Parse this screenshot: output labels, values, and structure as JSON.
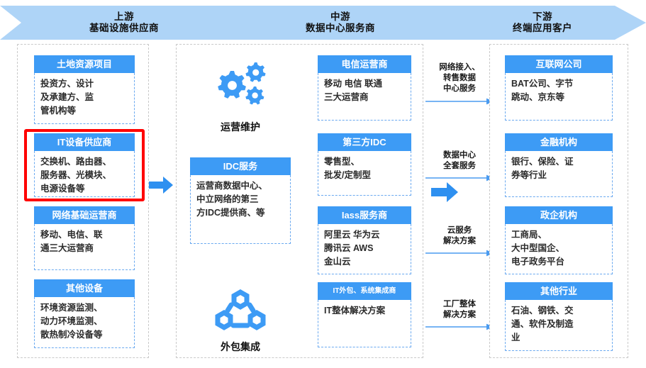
{
  "banner": {
    "segments": [
      {
        "title": "上游",
        "subtitle": "基础设施供应商"
      },
      {
        "title": "中游",
        "subtitle": "数据中心服务商"
      },
      {
        "title": "下游",
        "subtitle": "终端应用客户"
      }
    ],
    "color": "#aed4f7"
  },
  "colors": {
    "header_blue": "#3d9bf5",
    "icon_blue": "#3d9bf5",
    "arrow_blue": "#2e90f0",
    "highlight_red": "#ff0000",
    "dashed_border": "#6aa9f0",
    "container_border": "#c9c9c9"
  },
  "upstream": {
    "cards": [
      {
        "title": "土地资源项目",
        "lines": [
          "投资方、设计",
          "及承建方、监",
          "管机构等"
        ]
      },
      {
        "title": "IT设备供应商",
        "lines": [
          "交换机、路由器、",
          "服务器、光模块、",
          "电源设备等"
        ],
        "highlighted": true
      },
      {
        "title": "网络基础运营商",
        "lines": [
          "移动、电信、联",
          "通三大运营商"
        ]
      },
      {
        "title": "其他设备",
        "lines": [
          "环境资源监测、",
          "动力环境监测、",
          "散热制冷设备等"
        ]
      }
    ]
  },
  "midstream": {
    "icons": [
      {
        "name": "gears-icon",
        "label": "运营维护"
      },
      {
        "name": "integration-nodes-icon",
        "label": "外包集成"
      }
    ],
    "idc_card": {
      "title": "IDC服务",
      "lines": [
        "运营商数据中心、",
        "中立网络的第三",
        "方IDC提供商、等"
      ]
    },
    "cards": [
      {
        "title": "电信运营商",
        "lines": [
          "移动 电信 联通",
          "三大运营商"
        ]
      },
      {
        "title": "第三方IDC",
        "lines": [
          "零售型、",
          "批发/定制型"
        ]
      },
      {
        "title": "Iass服务商",
        "lines": [
          "阿里云 华为云",
          "腾讯云 AWS",
          "金山云"
        ]
      },
      {
        "title": "IT外包、系统集成商",
        "small_title": true,
        "lines": [
          "IT整体解决方案"
        ]
      }
    ]
  },
  "downstream": {
    "cards": [
      {
        "title": "互联网公司",
        "lines": [
          "BAT公司、字节",
          "跳动、京东等"
        ]
      },
      {
        "title": "金融机构",
        "lines": [
          "银行、保险、证",
          "券等行业"
        ]
      },
      {
        "title": "政企机构",
        "lines": [
          "工商局、",
          "大中型国企、",
          "电子政务平台"
        ]
      },
      {
        "title": "其他行业",
        "lines": [
          "石油、钢铁、交",
          "通、软件及制造",
          "业"
        ]
      }
    ]
  },
  "flows": [
    {
      "lines": [
        "网络接入、",
        "转售数据",
        "中心服务"
      ]
    },
    {
      "lines": [
        "数据中心",
        "全套服务"
      ]
    },
    {
      "lines": [
        "云服务",
        "解决方案"
      ]
    },
    {
      "lines": [
        "工厂整体",
        "解决方案"
      ]
    }
  ]
}
